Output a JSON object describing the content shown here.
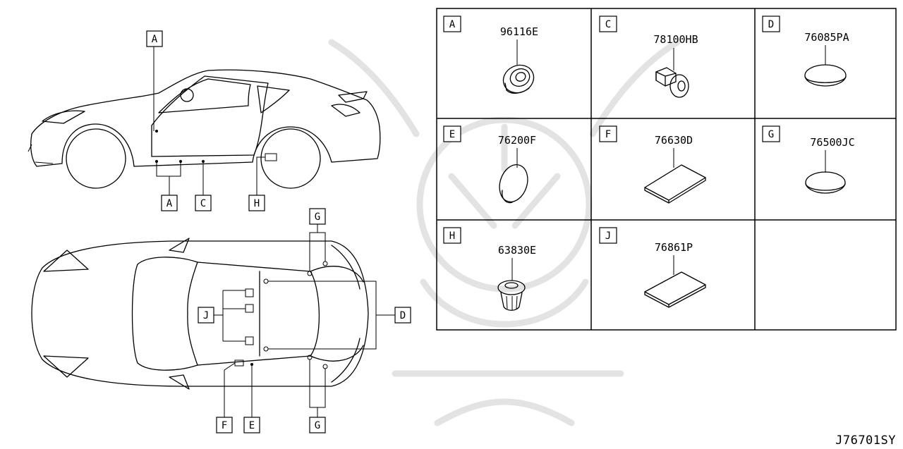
{
  "diagram_id": "J76701SY",
  "callout_codes": [
    "A",
    "C",
    "H",
    "G",
    "J",
    "D",
    "F",
    "E"
  ],
  "parts": [
    {
      "code": "A",
      "part_number": "96116E"
    },
    {
      "code": "C",
      "part_number": "78100HB"
    },
    {
      "code": "D",
      "part_number": "76085PA"
    },
    {
      "code": "E",
      "part_number": "76200F"
    },
    {
      "code": "F",
      "part_number": "76630D"
    },
    {
      "code": "G",
      "part_number": "76500JC"
    },
    {
      "code": "H",
      "part_number": "63830E"
    },
    {
      "code": "J",
      "part_number": "76861P"
    },
    {
      "code": "",
      "part_number": ""
    }
  ],
  "icons": [
    "grommet-icon",
    "clip-icon",
    "round-plug-icon",
    "round-plug-icon",
    "seal-pad-icon",
    "round-plug-icon",
    "push-clip-icon",
    "seal-pad-icon"
  ]
}
